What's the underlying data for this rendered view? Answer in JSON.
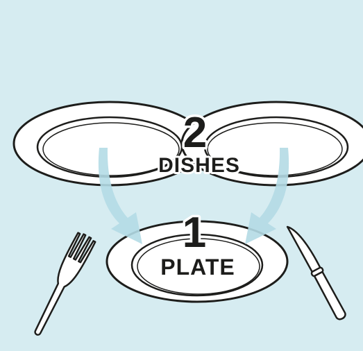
{
  "top_label": {
    "number": "2",
    "word": "DISHES"
  },
  "bottom_label": {
    "number": "1",
    "word": "PLATE"
  },
  "colors": {
    "background": "#d6ecf1",
    "outline": "#1d1d1b",
    "plate_fill": "#ffffff",
    "arrow": "#b4dbe5"
  },
  "icons": [
    "left-dish-icon",
    "right-dish-icon",
    "plate-icon",
    "fork-icon",
    "knife-icon",
    "arrow-icon"
  ]
}
